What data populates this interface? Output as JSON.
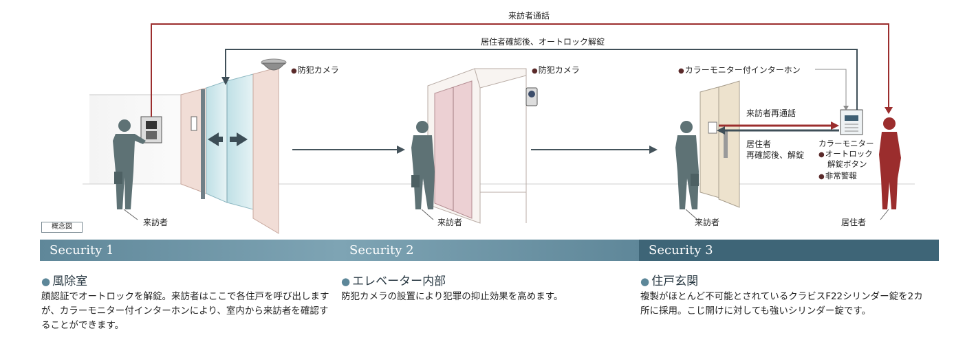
{
  "diagram": {
    "arrows": {
      "visitor_call": "来訪者通話",
      "resident_confirm_unlock": "居住者確認後、オートロック解錠",
      "visitor_recall": "来訪者再通話",
      "recheck_unlock_line1": "居住者",
      "recheck_unlock_line2": "再確認後、解錠"
    },
    "camera_labels": [
      "防犯カメラ",
      "防犯カメラ"
    ],
    "intercom_label": "カラーモニター付インターホン",
    "monitor": {
      "title": "カラーモニター",
      "items": [
        "オートロック",
        "解錠ボタン",
        "非常警報"
      ]
    },
    "person_labels": [
      "来訪者",
      "来訪者",
      "来訪者",
      "居住者"
    ],
    "concept_label": "概念図"
  },
  "sections": [
    {
      "band": "Security 1",
      "title": "風除室",
      "body": "顔認証でオートロックを解錠。来訪者はここで各住戸を呼び出しますが、カラーモニター付インターホンにより、室内から来訪者を確認することができます。"
    },
    {
      "band": "Security 2",
      "title": "エレベーター内部",
      "body": "防犯カメラの設置により犯罪の抑止効果を高めます。"
    },
    {
      "band": "Security 3",
      "title": "住戸玄関",
      "body": "複製がほとんど不可能とされているクラビスF22シリンダー錠を2カ所に採用。こじ開けに対しても強いシリンダー錠です。"
    }
  ],
  "colors": {
    "resident_red": "#9b2d2d",
    "line_dark": "#3f4f58",
    "band_blue": "#5f8799",
    "band_dark": "#3e6577",
    "person_gray": "#5e7275"
  }
}
